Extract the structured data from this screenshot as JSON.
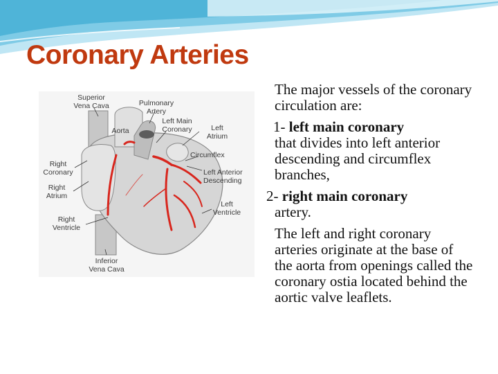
{
  "slide": {
    "title": "Coronary Arteries",
    "intro": "The major  vessels of the coronary circulation are:",
    "item1": {
      "number": "1- ",
      "term": "left main coronary",
      "rest": "that divides into left anterior descending and circumflex branches,"
    },
    "item2": {
      "number": "2- ",
      "term": "right main coronary",
      "rest": "artery."
    },
    "closing": "The left and right coronary arteries originate at the base of the aorta from openings called the coronary ostia located behind the aortic valve leaflets."
  },
  "diagram_labels": {
    "superior_vena_cava": [
      "Superior",
      "Vena Cava"
    ],
    "pulmonary_artery": [
      "Pulmonary",
      "Artery"
    ],
    "aorta": [
      "Aorta"
    ],
    "left_main_coronary": [
      "Left Main",
      "Coronary"
    ],
    "left_atrium": [
      "Left",
      "Atrium"
    ],
    "circumflex": [
      "Circumflex"
    ],
    "left_anterior_descending": [
      "Left Anterior",
      "Descending"
    ],
    "right_coronary": [
      "Right",
      "Coronary"
    ],
    "right_atrium": [
      "Right",
      "Atrium"
    ],
    "left_ventricle": [
      "Left",
      "Ventricle"
    ],
    "right_ventricle": [
      "Right",
      "Ventricle"
    ],
    "inferior_vena_cava": [
      "Inferior",
      "Vena Cava"
    ]
  },
  "colors": {
    "title": "#c0390f",
    "artery": "#d8261d",
    "wave": "#4fb4d8"
  }
}
